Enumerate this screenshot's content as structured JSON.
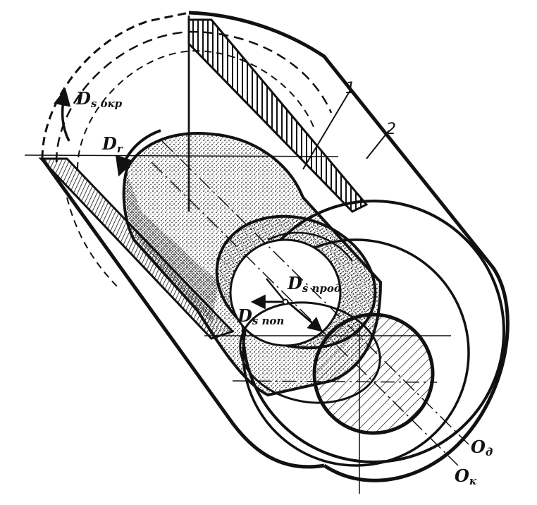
{
  "labels": {
    "ds_okr": {
      "main": "D",
      "sub": "s окр"
    },
    "d_r": {
      "main": "D",
      "sub": "r"
    },
    "ds_prod": {
      "main": "D",
      "sub": "s прод"
    },
    "ds_pop": {
      "main": "D",
      "sub": "s поп"
    },
    "o_d": {
      "main": "O",
      "sub": "д"
    },
    "o_k": {
      "main": "O",
      "sub": "к"
    },
    "item_1": "1",
    "item_2": "2"
  },
  "colors": {
    "ink": "#111111",
    "paper": "#ffffff"
  }
}
